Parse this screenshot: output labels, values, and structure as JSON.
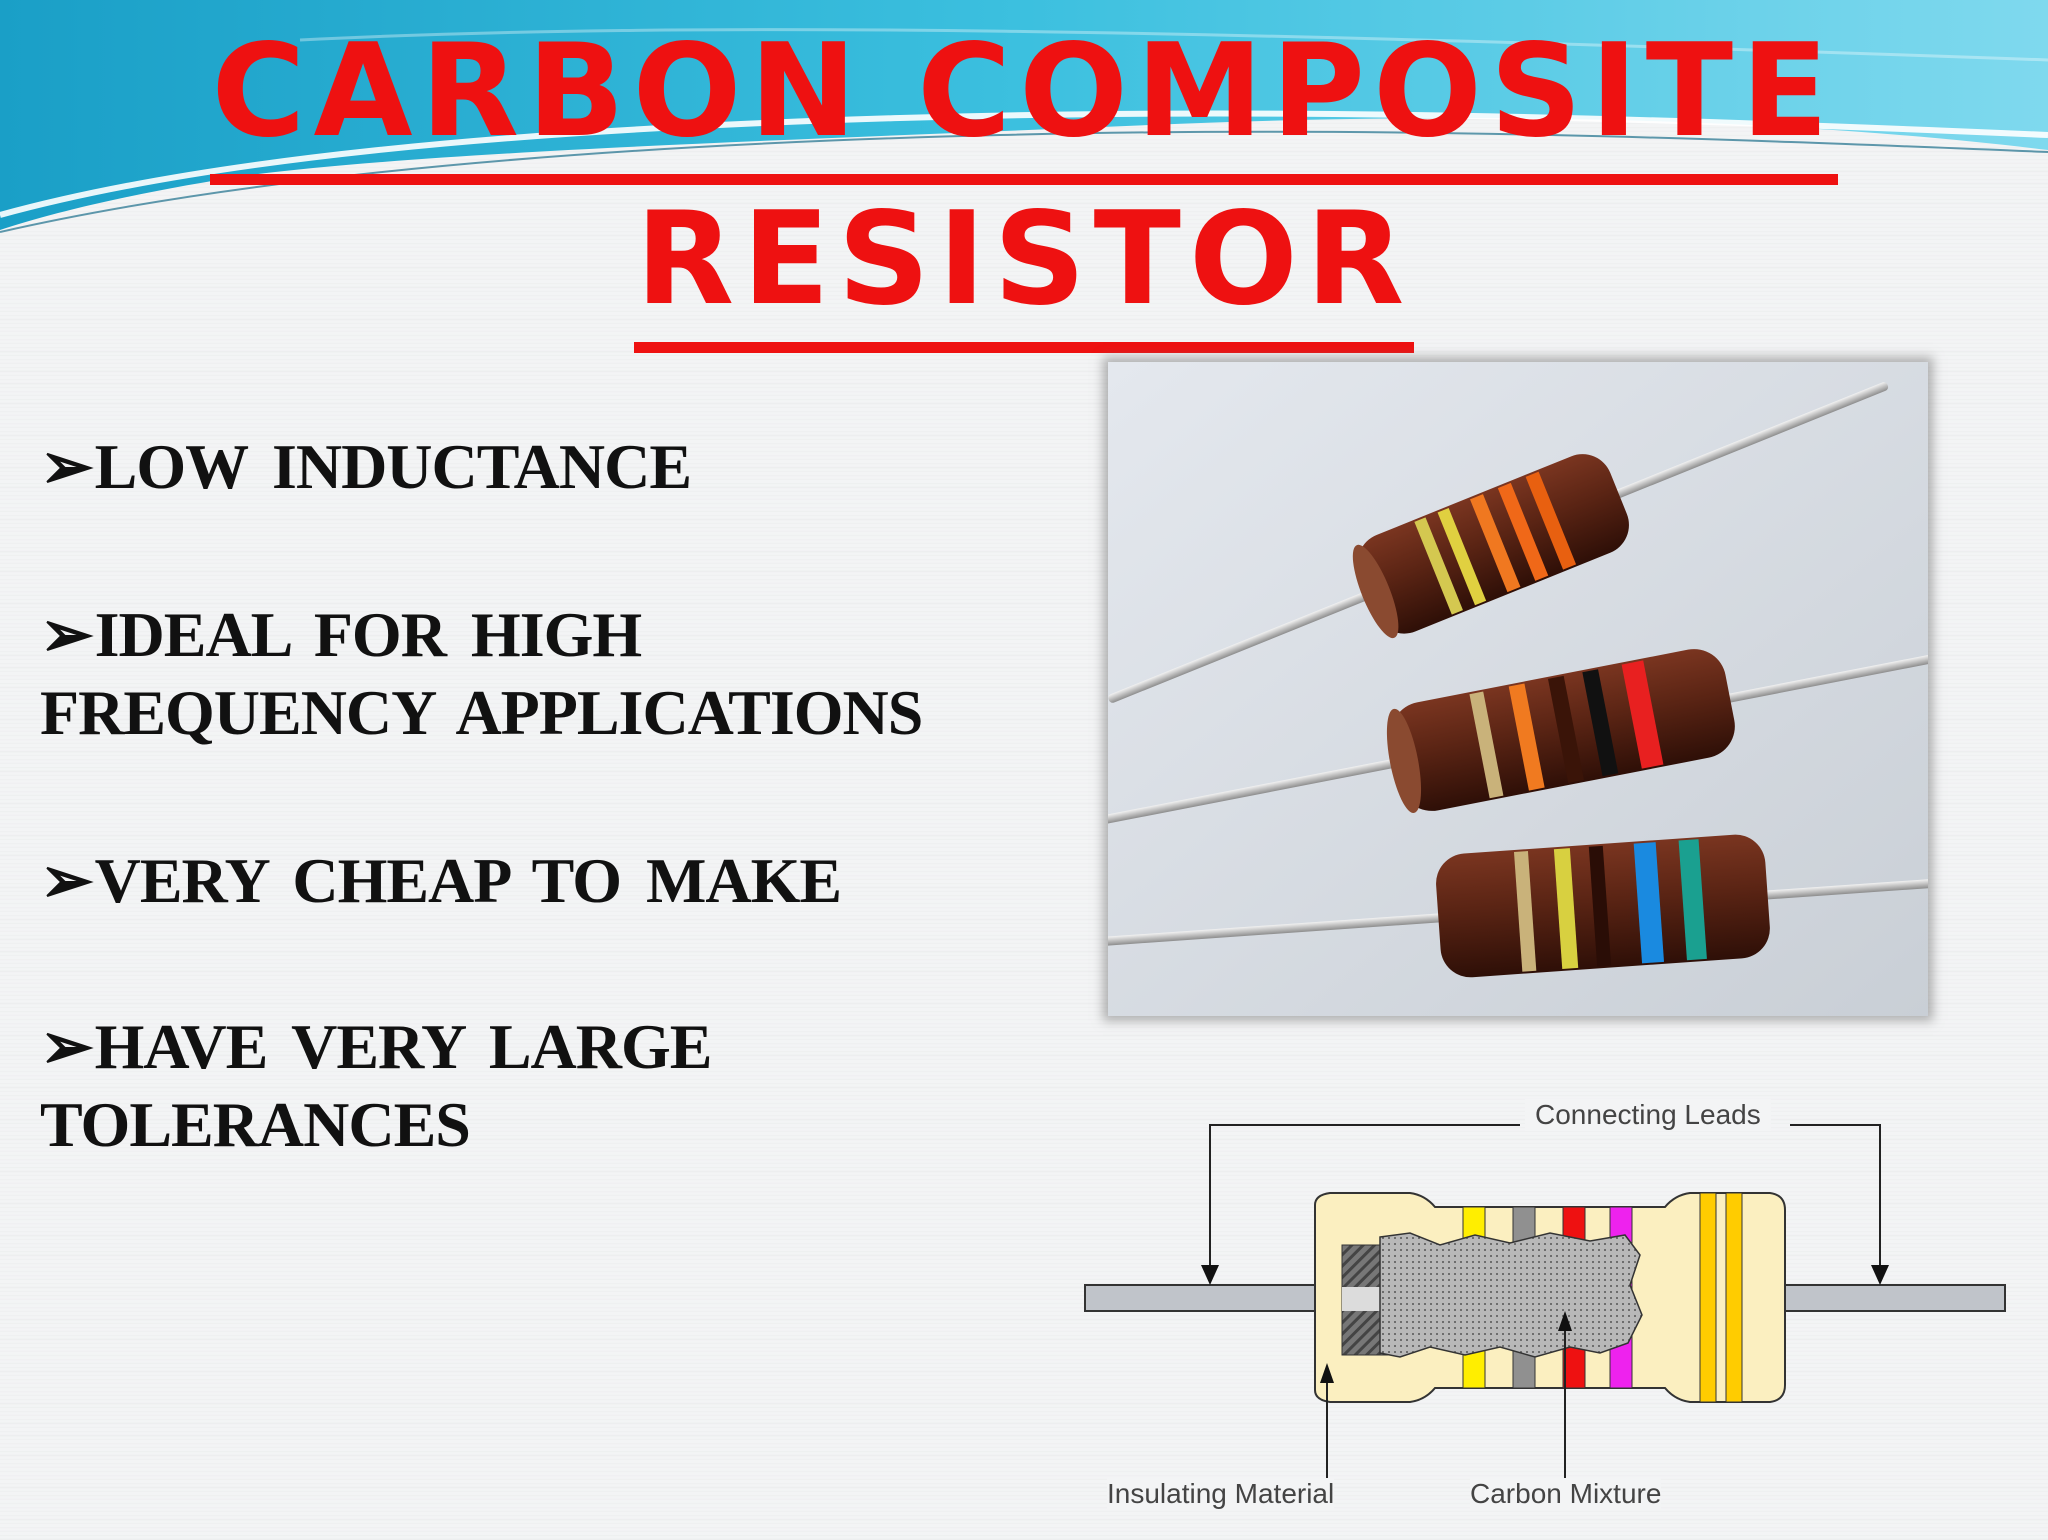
{
  "slide": {
    "title_line1": "CARBON COMPOSITE",
    "title_line2": "RESISTOR",
    "bullet_symbol": "➢",
    "bullets": [
      {
        "line1": "LOW INDUCTANCE",
        "line2": ""
      },
      {
        "line1": "IDEAL FOR HIGH",
        "line2": "FREQUENCY APPLICATIONS"
      },
      {
        "line1": "VERY CHEAP TO MAKE",
        "line2": ""
      },
      {
        "line1": "HAVE VERY LARGE",
        "line2": "TOLERANCES"
      }
    ]
  },
  "diagram": {
    "label_leads": "Connecting Leads",
    "label_insulating": "Insulating Material",
    "label_carbon": "Carbon Mixture"
  },
  "colors": {
    "title_red": "#ee1111",
    "text": "#111111",
    "wave_blue": "#1aa0c8"
  }
}
